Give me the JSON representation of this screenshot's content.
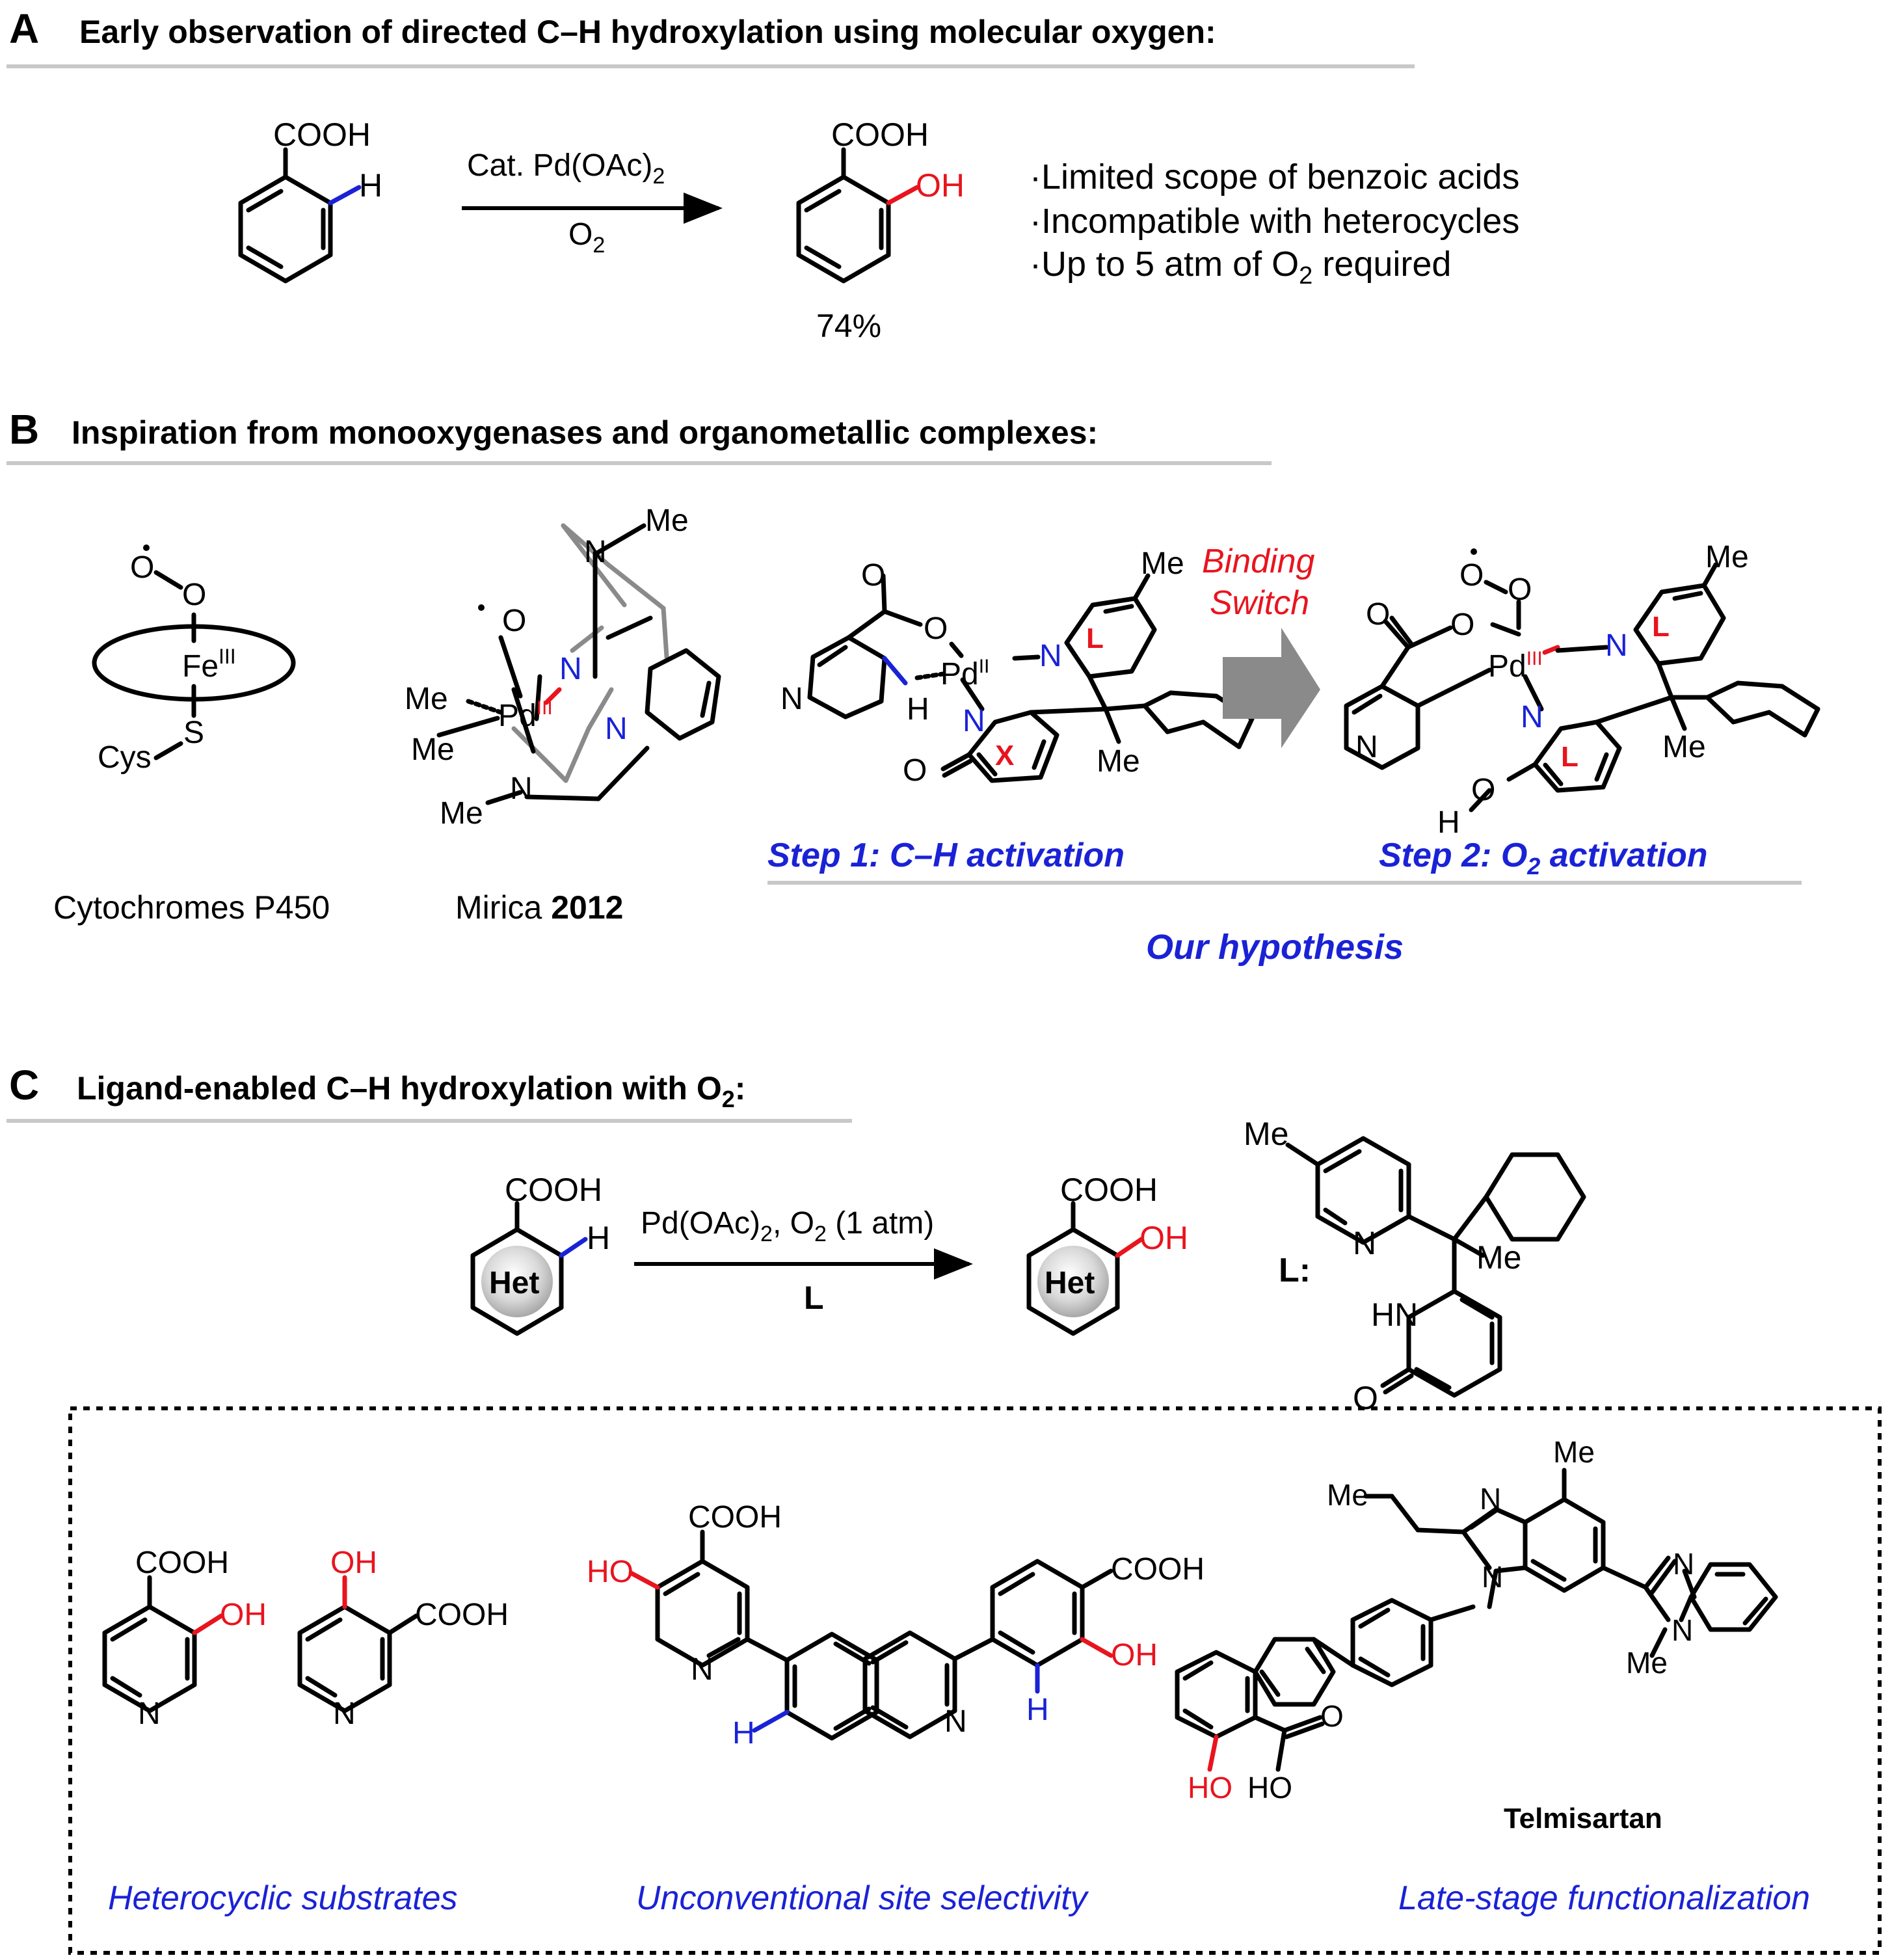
{
  "colors": {
    "blue": "#1a22d6",
    "red": "#e8141e",
    "rule": "#c8c8c8",
    "arrow_gray": "#8a8a8a"
  },
  "sectionA": {
    "letter": "A",
    "title": "Early observation of directed C–H hydroxylation using molecular oxygen:",
    "reactant_cooh": "COOH",
    "reactant_h": "H",
    "reagent_top": "Cat. Pd(OAc)",
    "reagent_top_sub": "2",
    "reagent_bottom": "O",
    "reagent_bottom_sub": "2",
    "product_cooh": "COOH",
    "product_oh": "OH",
    "yield": "74%",
    "bullets": [
      "·Limited scope of benzoic acids",
      "·Incompatible with heterocycles",
      "·Up to 5 atm of O"
    ],
    "bullet3_sub": "2",
    "bullet3_tail": " required"
  },
  "sectionB": {
    "letter": "B",
    "title": "Inspiration from monooxygenases and organometallic complexes:",
    "p450": {
      "o1": "O",
      "o2": "O",
      "fe": "Fe",
      "fe_ox": "III",
      "s": "S",
      "cys": "Cys",
      "caption": "Cytochromes P450"
    },
    "mirica": {
      "me_top": "Me",
      "o": "O",
      "pd": "Pd",
      "pd_ox": "III",
      "me1": "Me",
      "me2": "Me",
      "n1": "N",
      "n2": "N",
      "n3": "N",
      "n4": "N",
      "me_bottom": "Me",
      "caption": "Mirica ",
      "caption_year": "2012"
    },
    "step1": {
      "o": "O",
      "o2": "O",
      "pd": "Pd",
      "pd_ox": "II",
      "n_pyr": "N",
      "n_lig": "N",
      "l_label": "L",
      "me_top": "Me",
      "h": "H",
      "n_x": "N",
      "x_label": "X",
      "o_x": "O",
      "me": "Me",
      "caption": "Step 1: C–H activation"
    },
    "switch_label_1": "Binding",
    "switch_label_2": "Switch",
    "step2": {
      "o1": "O",
      "o2": "O",
      "o3": "O",
      "o4": "O",
      "pd": "Pd",
      "pd_ox": "III",
      "n_pyr": "N",
      "n_lig": "N",
      "l_label": "L",
      "me_top": "Me",
      "n_l2": "N",
      "l2_label": "L",
      "ho_o": "O",
      "ho_h": "H",
      "me": "Me",
      "caption": "Step 2: O",
      "caption_sub": "2",
      "caption_tail": " activation"
    },
    "hypothesis": "Our hypothesis"
  },
  "sectionC": {
    "letter": "C",
    "title": "Ligand-enabled C–H hydroxylation with O",
    "title_sub": "2",
    "title_tail": ":",
    "reactant": {
      "cooh": "COOH",
      "h": "H",
      "het": "Het"
    },
    "reagent_top": "Pd(OAc)",
    "reagent_top_sub": "2",
    "reagent_top_mid": ", O",
    "reagent_top_sub2": "2",
    "reagent_top_tail": " (1 atm)",
    "reagent_bottom": "L",
    "product": {
      "cooh": "COOH",
      "oh": "OH",
      "het": "Het"
    },
    "ligand": {
      "label": "L:",
      "me_top": "Me",
      "n_top": "N",
      "me": "Me",
      "hn": "HN",
      "o": "O"
    },
    "examples": [
      {
        "cooh": "COOH",
        "oh": "OH",
        "n": "N"
      },
      {
        "oh": "OH",
        "cooh": "COOH",
        "n": "N"
      },
      {
        "cooh": "COOH",
        "ho": "HO",
        "n": "N",
        "h": "H"
      },
      {
        "cooh": "COOH",
        "oh": "OH",
        "n": "N",
        "h": "H"
      },
      {
        "me_top": "Me",
        "me_prop": "Me",
        "n1": "N",
        "n2": "N",
        "n3": "N",
        "n4": "N",
        "me_n": "Me",
        "ho": "HO",
        "o": "O",
        "ho2": "HO",
        "name": "Telmisartan"
      }
    ],
    "captions": {
      "heterocyclic": "Heterocyclic substrates",
      "site": "Unconventional site selectivity",
      "late": "Late-stage functionalization"
    }
  }
}
